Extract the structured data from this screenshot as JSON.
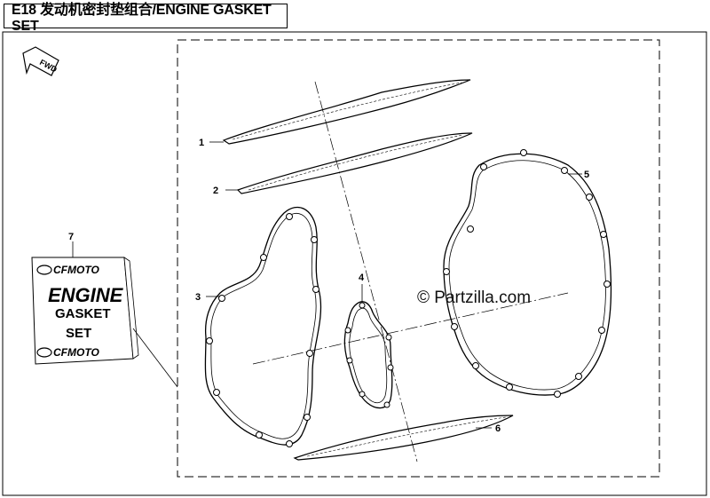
{
  "header": {
    "title": "E18 发动机密封垫组合/ENGINE GASKET SET"
  },
  "fwd_label": "FWD",
  "watermark": "© Partzilla.com",
  "kit_label": {
    "brand": "CFMOTO",
    "line1": "ENGINE",
    "line2": "GASKET",
    "line3": "SET"
  },
  "callouts": [
    "1",
    "2",
    "3",
    "4",
    "5",
    "6",
    "7"
  ]
}
